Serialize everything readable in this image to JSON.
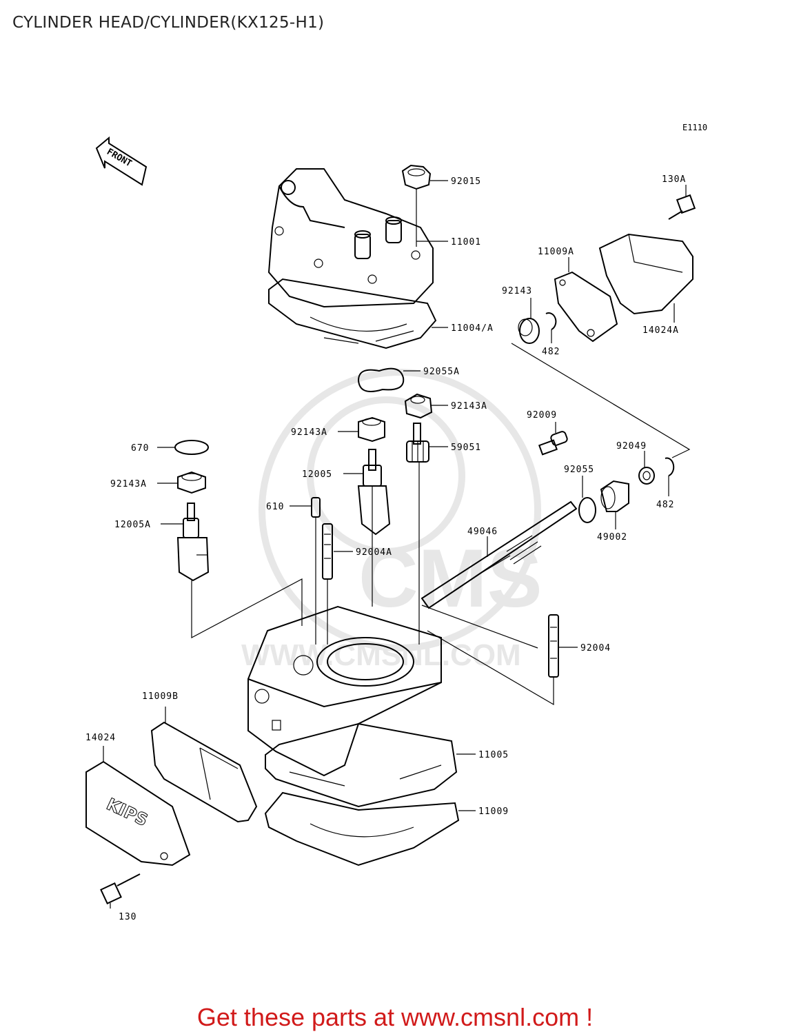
{
  "header": {
    "title": "CYLINDER HEAD/CYLINDER(KX125-H1)"
  },
  "diagram": {
    "code": "E1110",
    "front_label": "FRONT",
    "watermark": [
      "CMS",
      "WWW.CMSNL.COM"
    ],
    "cover_lettering": "KIPS",
    "parts": {
      "p92015": "92015",
      "p11001": "11001",
      "p130A": "130A",
      "p11009A": "11009A",
      "p92143": "92143",
      "p11004A": "11004/A",
      "p482a": "482",
      "p14024A": "14024A",
      "p92055A": "92055A",
      "p92143Aa": "92143A",
      "p92009": "92009",
      "p92143Ab": "92143A",
      "p59051": "59051",
      "p670": "670",
      "p92049": "92049",
      "p12005": "12005",
      "p92055": "92055",
      "p92143Ac": "92143A",
      "p482b": "482",
      "p610": "610",
      "p49002": "49002",
      "p12005A": "12005A",
      "p49046": "49046",
      "p92004A": "92004A",
      "p92004": "92004",
      "p11009B": "11009B",
      "p14024": "14024",
      "p11005": "11005",
      "p11009": "11009",
      "p130": "130"
    }
  },
  "footer": {
    "promo": "Get these parts at www.cmsnl.com !"
  },
  "colors": {
    "promo": "#d11a1a",
    "line": "#000000",
    "watermark": "#e7e7e7"
  }
}
